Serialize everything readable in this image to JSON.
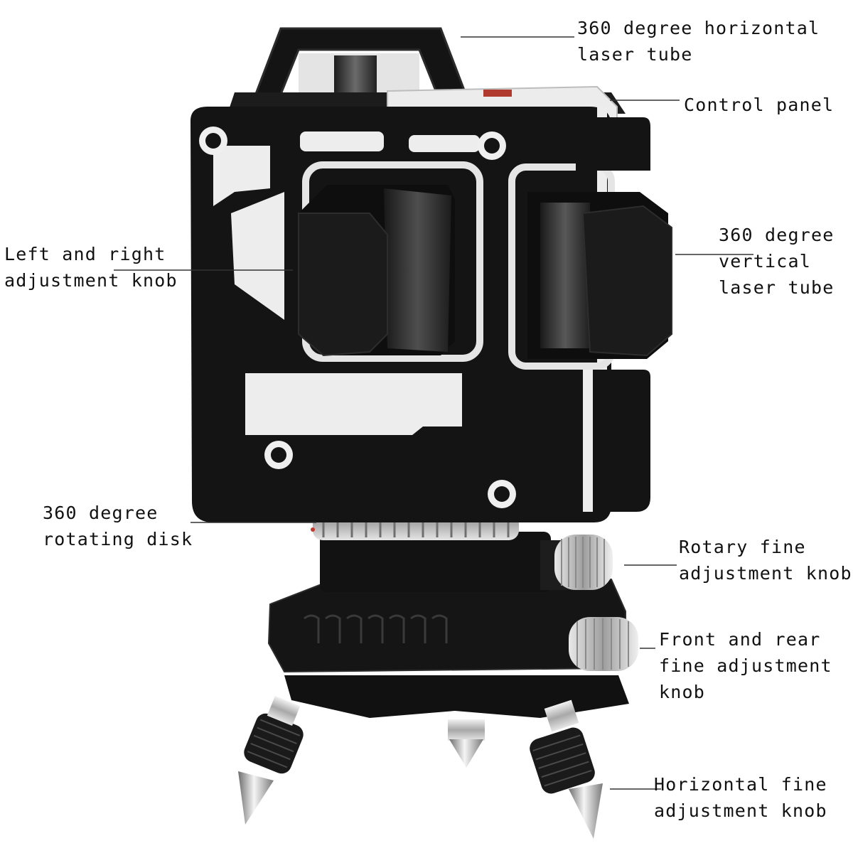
{
  "callouts": {
    "horizontal_tube": {
      "line1": "360 degree horizontal",
      "line2": "laser tube"
    },
    "control_panel": {
      "line1": "Control panel"
    },
    "left_right_knob": {
      "line1": "Left and right",
      "line2": "adjustment knob"
    },
    "vertical_tube": {
      "line1": "360 degree",
      "line2": "vertical",
      "line3": "laser tube"
    },
    "rotating_disk": {
      "line1": "360 degree",
      "line2": "rotating disk"
    },
    "rotary_knob": {
      "line1": "Rotary fine",
      "line2": "adjustment knob"
    },
    "front_rear_knob": {
      "line1": "Front and rear",
      "line2": "fine adjustment",
      "line3": "knob"
    },
    "horizontal_knob": {
      "line1": "Horizontal fine",
      "line2": "adjustment knob"
    }
  },
  "colors": {
    "body": "#141414",
    "trim": "#e9e9e9",
    "metal": "#c9c9c9",
    "leader_line": "#333333",
    "text": "#111111",
    "background": "#ffffff"
  }
}
